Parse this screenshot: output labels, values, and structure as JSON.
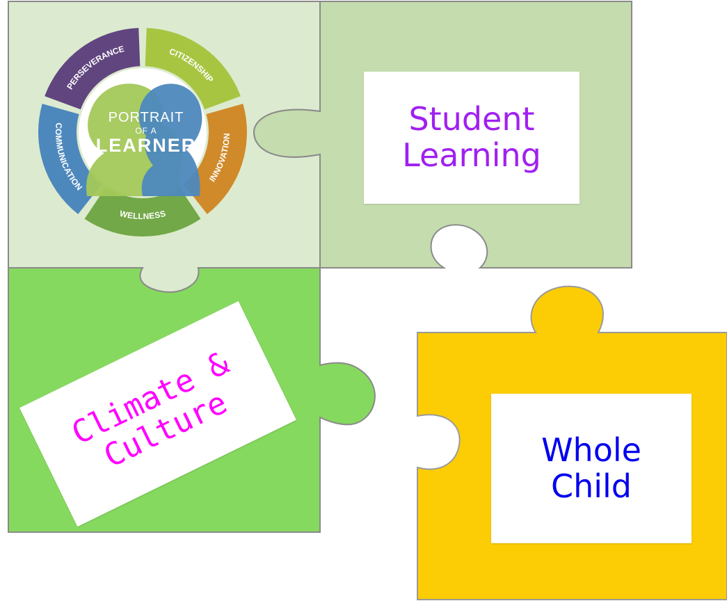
{
  "labels": {
    "student_learning": [
      "Student",
      "Learning"
    ],
    "climate_culture": [
      "Climate &",
      "Culture"
    ],
    "whole_child": [
      "Whole",
      "Child"
    ]
  },
  "logo": {
    "title_line1": "PORTRAIT",
    "title_line2": "OF A",
    "title_line3": "LEARNER",
    "segments": [
      "PERSEVERANCE",
      "CITIZENSHIP",
      "INNOVATION",
      "WELLNESS",
      "COMMUNICATION"
    ]
  },
  "colors": {
    "top_left_piece": "#dcebcf",
    "top_right_piece": "#c5dcae",
    "bottom_left_piece": "#86d95f",
    "bottom_right_piece": "#fccc05",
    "student_learning_text": "#a020f0",
    "climate_culture_text": "#ff00ff",
    "whole_child_text": "#0000ee",
    "logo_purple": "#61457f",
    "logo_lime": "#a8c542",
    "logo_orange": "#d08a2a",
    "logo_green": "#72a847",
    "logo_blue": "#4d88bd"
  }
}
